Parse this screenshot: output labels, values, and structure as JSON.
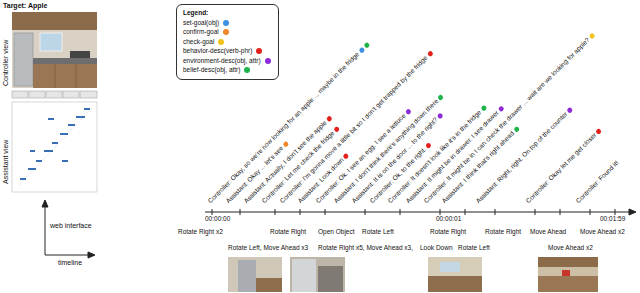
{
  "diagram": {
    "labels": [
      "Target: Apple",
      "Controller view",
      "Assistant view",
      "web interface",
      "timeline",
      "Legend:",
      "Controller: Okay, so we're now looking for an apple ... maybe in the fridge",
      "Assistant: Okay ... let's see",
      "Assistant: Actually, I don't see the apple",
      "Controller: Let me check the fridge",
      "Controller: I'm gonna move a little bit so I don't get trapped by the fridge",
      "Assistant: Look down",
      "Controller: Ok. I see an egg. I see a lettuce",
      "Assistant: I don't think there's anything down there",
      "Assistant: It is on the door ... to the right?",
      "Controller: Ok, to the right.",
      "Controller: It doesn't look like it's in the fridge",
      "Assistant: It might be in drawer. I see drawer",
      "Controller: It might be in I can check the drawer ... wait are we looking for apple?",
      "Assistant: I think that's right ahead",
      "Assistant: Right, right. On top of the counter",
      "Controller: Okay let me get closer",
      "Controller: Found it!",
      "00:00:00",
      "00:00:01",
      "00:01:59",
      "Rotate Right x2",
      "Rotate Left, Move Ahead x3",
      "Rotate Right",
      "Rotate Right x5, Move Ahead x3,",
      "Open Object",
      "Rotate Left",
      "Look Down",
      "Rotate Right",
      "Rotate Left",
      "Rotate Right",
      "Move Ahead",
      "Move Ahead x2",
      "Move Ahead x2"
    ],
    "legend": [
      {
        "text": "set-goal(obj)",
        "color": "#3d8fe0"
      },
      {
        "text": "confirm-goal",
        "color": "#f0862c"
      },
      {
        "text": "check-goal",
        "color": "#f2c31b"
      },
      {
        "text": "behavior-desc(verb-phr)",
        "color": "#e3201b"
      },
      {
        "text": "environment-desc(obj, attr)",
        "color": "#8e2bd6"
      },
      {
        "text": "belief-desc(obj, attr)",
        "color": "#1fb34a"
      }
    ]
  }
}
